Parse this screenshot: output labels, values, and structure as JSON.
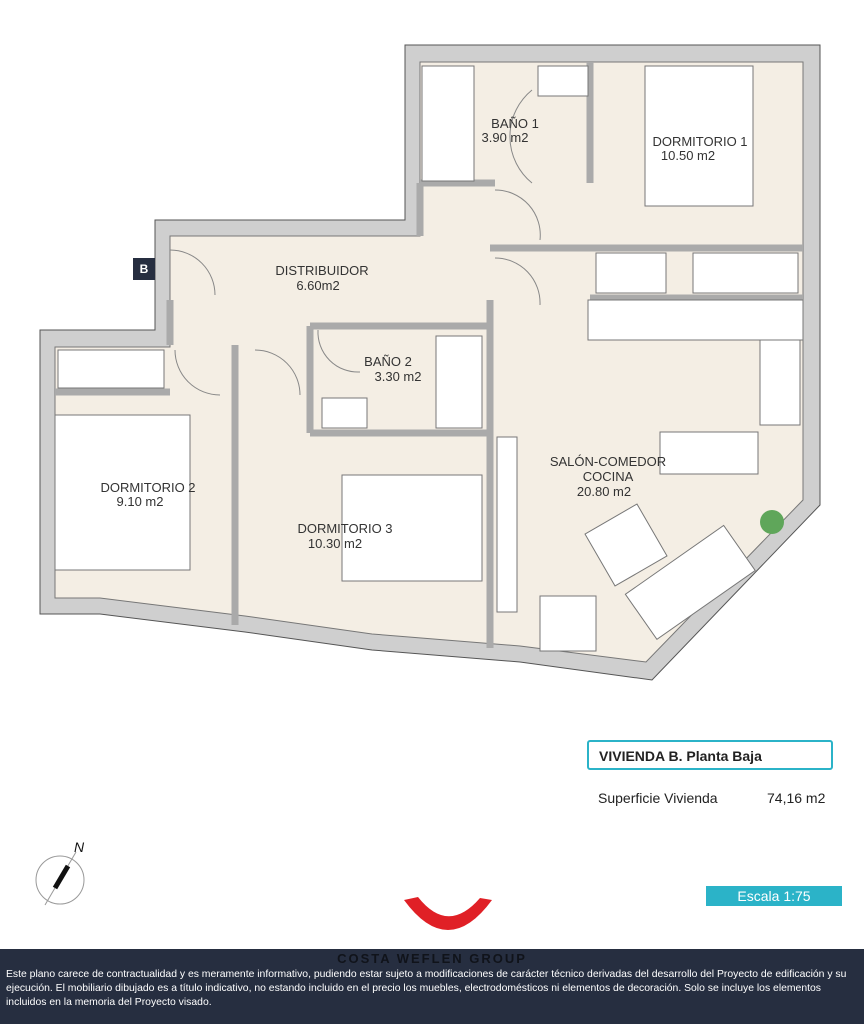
{
  "unit_badge": "B",
  "rooms": {
    "bano1": {
      "name": "BAÑO 1",
      "area": "3.90 m2"
    },
    "dormitorio1": {
      "name": "DORMITORIO 1",
      "area": "10.50 m2"
    },
    "distribuidor": {
      "name": "DISTRIBUIDOR",
      "area": "6.60m2"
    },
    "bano2": {
      "name": "BAÑO 2",
      "area": "3.30 m2"
    },
    "dormitorio2": {
      "name": "DORMITORIO 2",
      "area": "9.10 m2"
    },
    "dormitorio3": {
      "name": "DORMITORIO 3",
      "area": "10.30 m2"
    },
    "salon": {
      "name1": "SALÓN-COMEDOR",
      "name2": "COCINA",
      "area": "20.80 m2"
    }
  },
  "compass": {
    "label": "N"
  },
  "info": {
    "title": "VIVIENDA  B.  Planta Baja",
    "surface_label": "Superficie Vivienda",
    "surface_value": "74,16 m2",
    "scale": "Escala 1:75"
  },
  "footer": {
    "brand": "COSTA WEFLEN GROUP",
    "disclaimer": "Este plano carece de contractualidad y es meramente informativo, pudiendo estar sujeto a modificaciones de carácter técnico derivadas del desarrollo del Proyecto de edificación y su ejecución. El mobiliario dibujado es a título indicativo, no estando incluido en el precio los muebles, electrodomésticos ni elementos de decoración. Solo se incluye los elementos incluidos en la memoria del Proyecto visado."
  },
  "colors": {
    "wall": "#cfcfcf",
    "floor": "#f4eee4",
    "accent": "#2bb3c8",
    "footer": "#262e40",
    "logo": "#e02026"
  }
}
